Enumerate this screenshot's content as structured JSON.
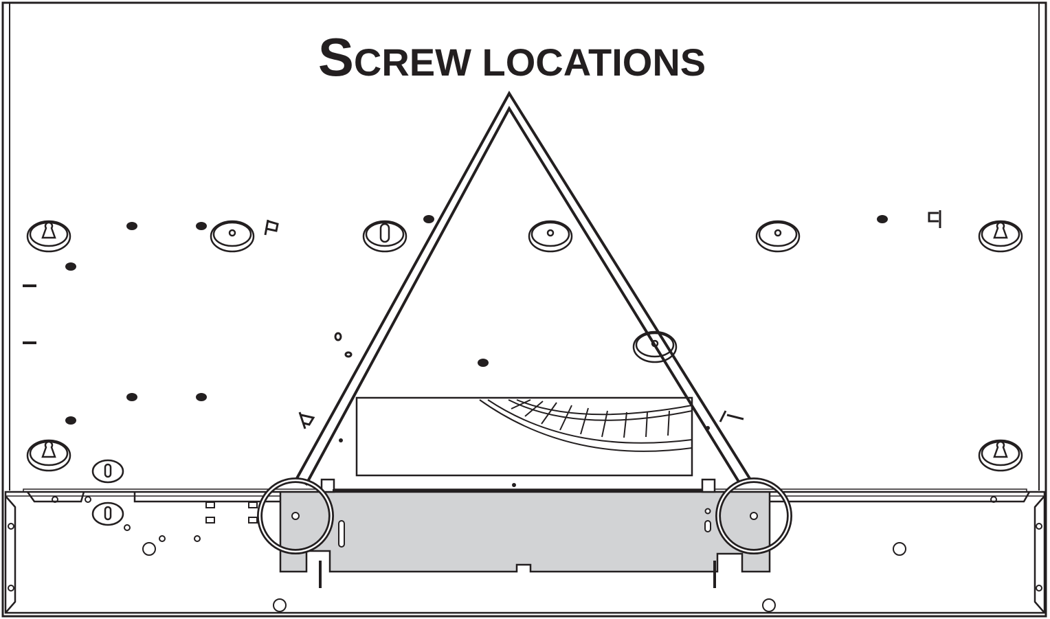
{
  "title": {
    "first": "S",
    "rest": "CREW LOCATIONS"
  },
  "colors": {
    "line": "#231f20",
    "panel_fill": "#d2d3d5",
    "background": "#ffffff"
  },
  "callouts": [
    {
      "label": "screw-location-left"
    },
    {
      "label": "screw-location-right"
    }
  ]
}
